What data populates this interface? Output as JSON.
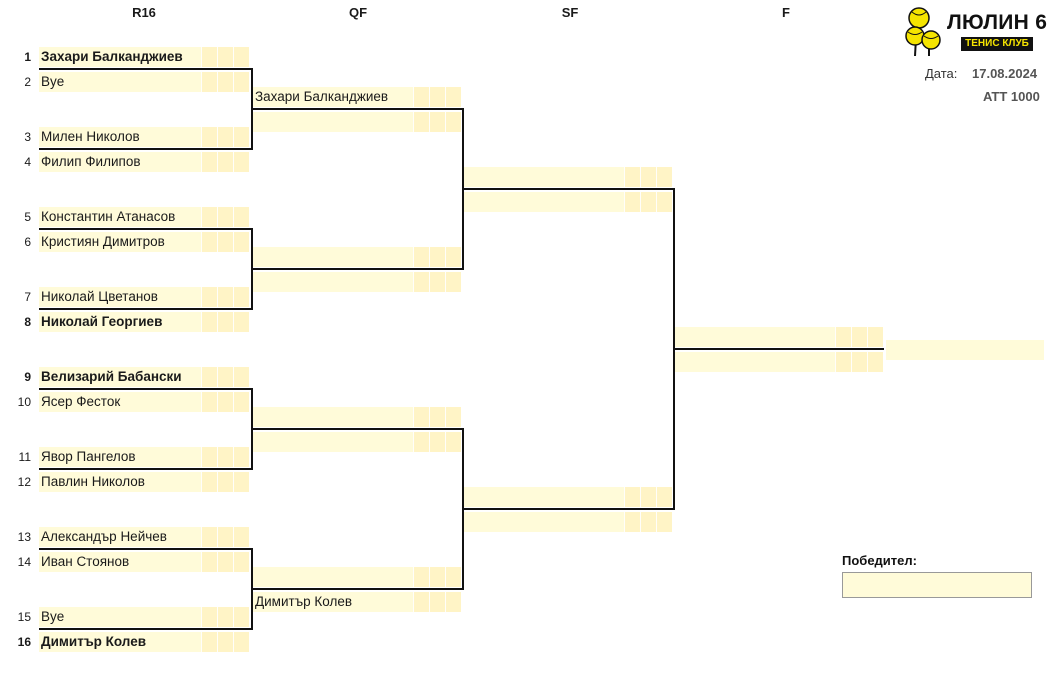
{
  "rounds": [
    "R16",
    "QF",
    "SF",
    "F"
  ],
  "logo": {
    "title": "ЛЮЛИН 6",
    "subtitle": "ТЕНИС КЛУБ",
    "icon": "tennis-balls-icon",
    "color": "#f5e400"
  },
  "date": {
    "label": "Дата:",
    "value": "17.08.2024"
  },
  "tournament": "ATT 1000",
  "winner": {
    "label": "Победител:",
    "value": ""
  },
  "r16": [
    {
      "seed": "1",
      "name": "Захари Балканджиев",
      "bold": true
    },
    {
      "seed": "2",
      "name": "Bye",
      "bold": false
    },
    {
      "seed": "3",
      "name": "Милен Николов",
      "bold": false
    },
    {
      "seed": "4",
      "name": "Филип Филипов",
      "bold": false
    },
    {
      "seed": "5",
      "name": "Константин Атанасов",
      "bold": false
    },
    {
      "seed": "6",
      "name": "Кристиян Димитров",
      "bold": false
    },
    {
      "seed": "7",
      "name": "Николай Цветанов",
      "bold": false
    },
    {
      "seed": "8",
      "name": "Николай Георгиев",
      "bold": true
    },
    {
      "seed": "9",
      "name": "Велизарий Бабански",
      "bold": true
    },
    {
      "seed": "10",
      "name": "Ясер Фесток",
      "bold": false
    },
    {
      "seed": "11",
      "name": "Явор Пангелов",
      "bold": false
    },
    {
      "seed": "12",
      "name": "Павлин Николов",
      "bold": false
    },
    {
      "seed": "13",
      "name": "Александър Нейчев",
      "bold": false
    },
    {
      "seed": "14",
      "name": "Иван Стоянов",
      "bold": false
    },
    {
      "seed": "15",
      "name": "Bye",
      "bold": false
    },
    {
      "seed": "16",
      "name": "Димитър Колев",
      "bold": true
    }
  ],
  "qf": [
    "Захари Балканджиев",
    "",
    "",
    "",
    "",
    "",
    "",
    "Димитър Колев"
  ],
  "sf": [
    "",
    "",
    "",
    ""
  ],
  "final": [
    "",
    ""
  ],
  "colors": {
    "cell": "#fffbd9",
    "score_cell": "#fff4c6",
    "line": "#111111"
  }
}
